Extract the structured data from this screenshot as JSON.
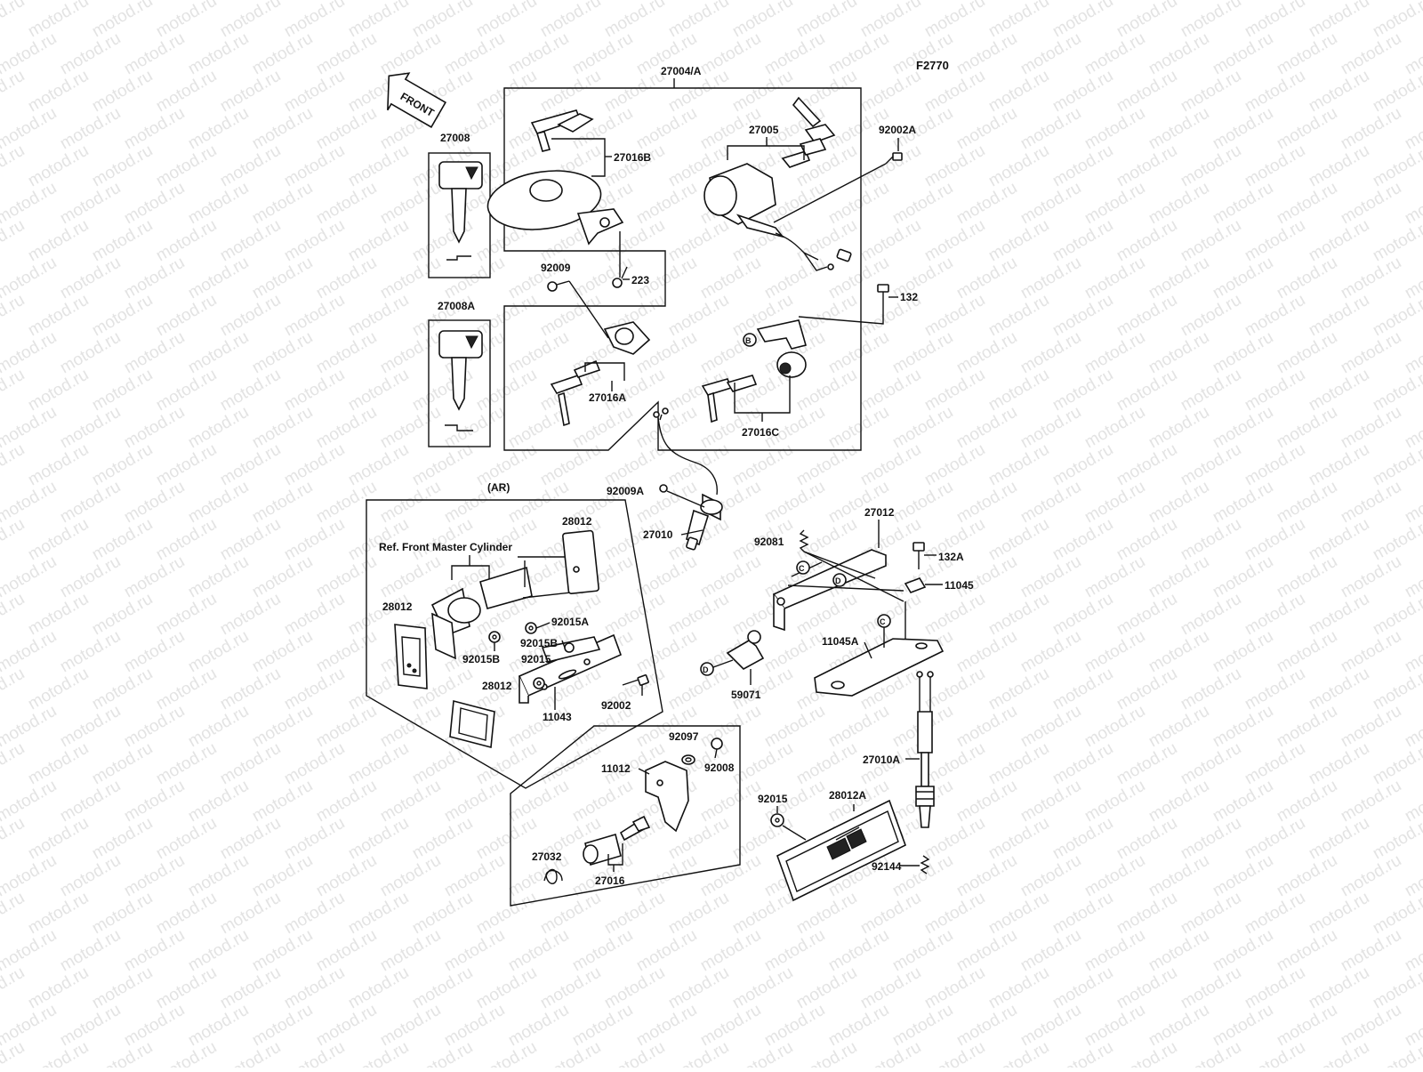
{
  "diagram": {
    "figure_code": "F2770",
    "front_arrow": "FRONT",
    "watermark": "motod.ru",
    "note": "Ref. Front Master Cylinder",
    "variant": "(AR)",
    "labels": {
      "p27004A": "27004/A",
      "p27008": "27008",
      "p27008A": "27008A",
      "p27016B": "27016B",
      "p27005": "27005",
      "p92002A": "92002A",
      "p92009": "92009",
      "p223": "223",
      "p132": "132",
      "p27016A": "27016A",
      "p27016C": "27016C",
      "p92009A": "92009A",
      "p27010": "27010",
      "p28012a": "28012",
      "p28012b": "28012",
      "p28012c": "28012",
      "p92015A": "92015A",
      "p92015Ba": "92015B",
      "p92015Bb": "92015B",
      "p92015a": "92015",
      "p92002": "92002",
      "p11043": "11043",
      "p27012": "27012",
      "p92081": "92081",
      "p132A": "132A",
      "p11045": "11045",
      "p11045A": "11045A",
      "p59071": "59071",
      "p92097": "92097",
      "p92008": "92008",
      "p11012": "11012",
      "p27032": "27032",
      "p27016": "27016",
      "p27010A": "27010A",
      "p92015b": "92015",
      "p28012A": "28012A",
      "p92144": "92144"
    },
    "callouts": {
      "B": "B",
      "C1": "C",
      "C2": "C",
      "D1": "D",
      "D2": "D"
    }
  }
}
